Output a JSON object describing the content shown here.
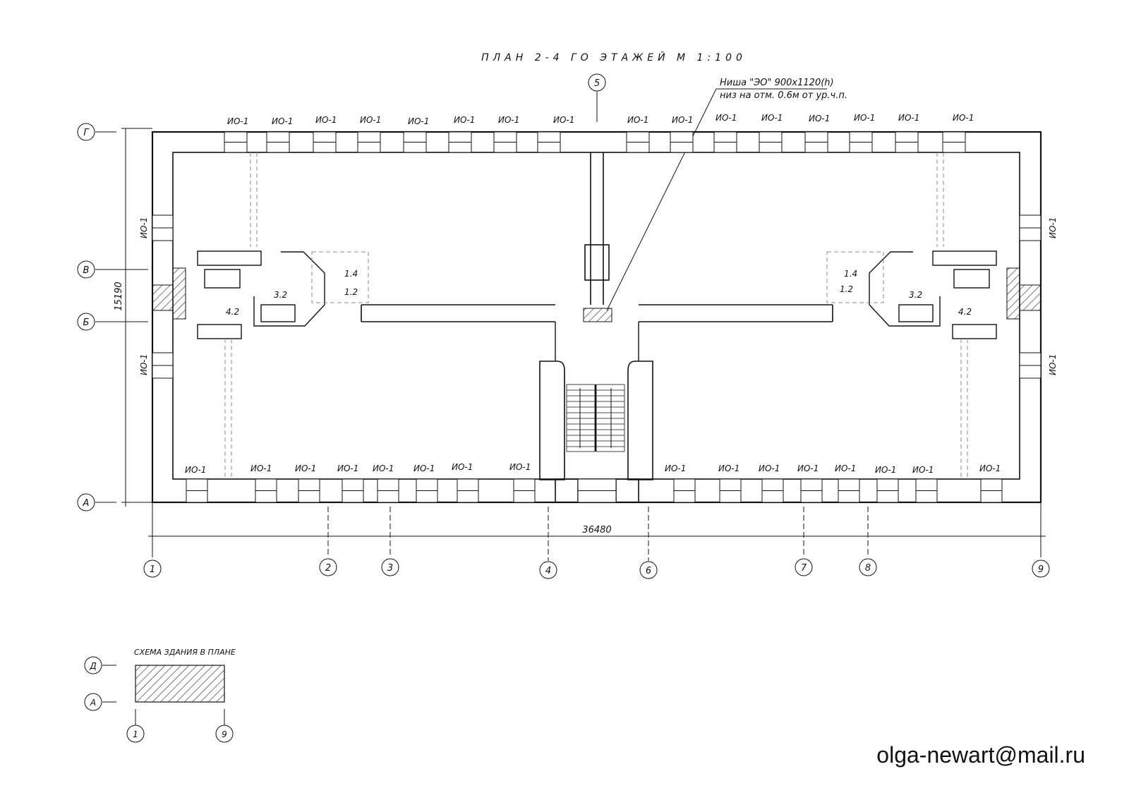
{
  "title": "ПЛАН 2-4 ГО ЭТАЖЕЙ М 1:100",
  "niche_note": {
    "line1": "Ниша \"ЭО\" 900х1120(h)",
    "line2": "низ на отм. 0.6м от ур.ч.п."
  },
  "window_label": "ИО-1",
  "axes_vertical": [
    "1",
    "2",
    "3",
    "4",
    "5",
    "6",
    "7",
    "8",
    "9"
  ],
  "axes_horizontal": [
    "Г",
    "В",
    "Б",
    "А"
  ],
  "dimensions": {
    "total_length": "36480",
    "total_width": "15190"
  },
  "room_labels": {
    "left_42": "4.2",
    "left_32": "3.2",
    "left_14": "1.4",
    "left_12": "1.2",
    "right_14": "1.4",
    "right_12": "1.2",
    "right_32": "3.2",
    "right_42": "4.2"
  },
  "schema": {
    "title": "СХЕМА ЗДАНИЯ В ПЛАНЕ",
    "axis_top": "Д",
    "axis_bottom": "А",
    "axis_left": "1",
    "axis_right": "9"
  },
  "email": "olga-newart@mail.ru"
}
